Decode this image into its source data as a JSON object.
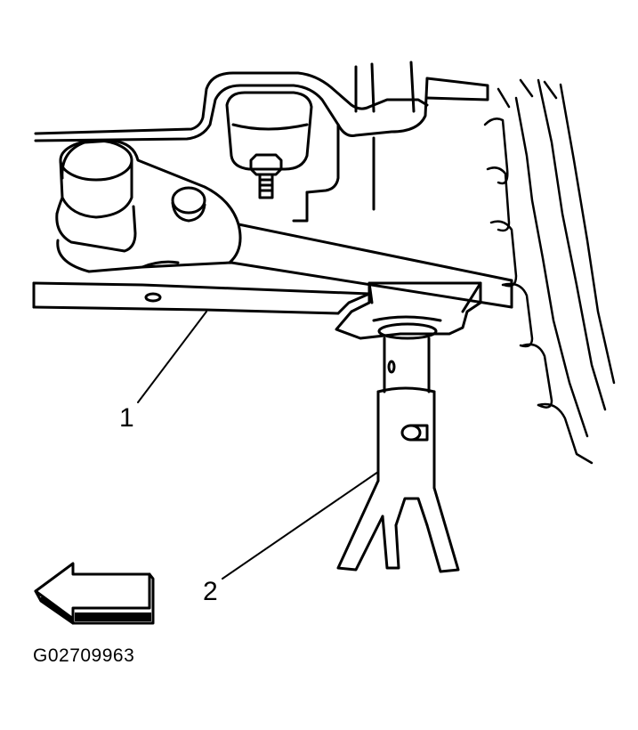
{
  "callouts": [
    {
      "label": "1"
    },
    {
      "label": "2"
    }
  ],
  "figure_id": "G02709963",
  "icons": {
    "direction_arrow": "left-arrow-icon"
  },
  "colors": {
    "line": "#000000",
    "background": "#ffffff"
  }
}
